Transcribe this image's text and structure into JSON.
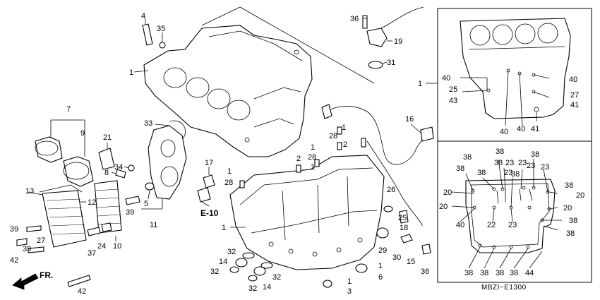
{
  "labels": {
    "c1_top": "1",
    "c4": "4",
    "c35": "35",
    "c36": "36",
    "c19": "19",
    "c31": "31",
    "c7": "7",
    "c9": "9",
    "c21": "21",
    "c33": "33",
    "c34": "34",
    "c8": "8",
    "c17": "17",
    "c13": "13",
    "c12": "12",
    "c5": "5",
    "c11": "11",
    "c39a": "39",
    "c39b": "39",
    "c27": "27",
    "c39c": "39",
    "c42a": "42",
    "c37": "37",
    "c24": "24",
    "c10": "10",
    "c42b": "42",
    "c16": "16",
    "c2a": "2",
    "c28a": "28",
    "c1b": "1",
    "c2b": "2",
    "c28b": "28",
    "c1c": "1",
    "c28c": "28",
    "c1d": "1",
    "c1e": "1",
    "c26": "26",
    "c25": "25",
    "c18": "18",
    "c29": "29",
    "c30": "30",
    "c15": "15",
    "c36b": "36",
    "c14a": "14",
    "c32a": "32",
    "c32b": "32",
    "c32c": "32",
    "c14b": "14",
    "c32d": "32",
    "c1f": "1",
    "c6": "6",
    "c1g": "1",
    "c3": "3",
    "c1h": "1",
    "r40a": "40",
    "r25": "25",
    "r43": "43",
    "r40b": "40",
    "r27": "27",
    "r41a": "41",
    "r40c": "40",
    "r40d": "40",
    "r41b": "41",
    "s38a": "38",
    "s38b": "38",
    "s38c": "38",
    "s23a": "23",
    "s38d": "38",
    "s38e": "38",
    "s23b": "23",
    "s23c": "23",
    "s38f": "38",
    "s23d": "23",
    "s38g": "38",
    "s20a": "20",
    "s20b": "20",
    "s20c": "20",
    "s20d": "20",
    "s40": "40",
    "s22": "22",
    "s23e": "23",
    "s38h": "38",
    "s38i": "38",
    "s38j": "38",
    "s38k": "38",
    "s38l": "38",
    "s38m": "38",
    "s38n": "38",
    "s44": "44"
  },
  "callouts": {
    "e10": "E-10",
    "front": "FR.",
    "diagram_code": "MBZI−E1300"
  }
}
